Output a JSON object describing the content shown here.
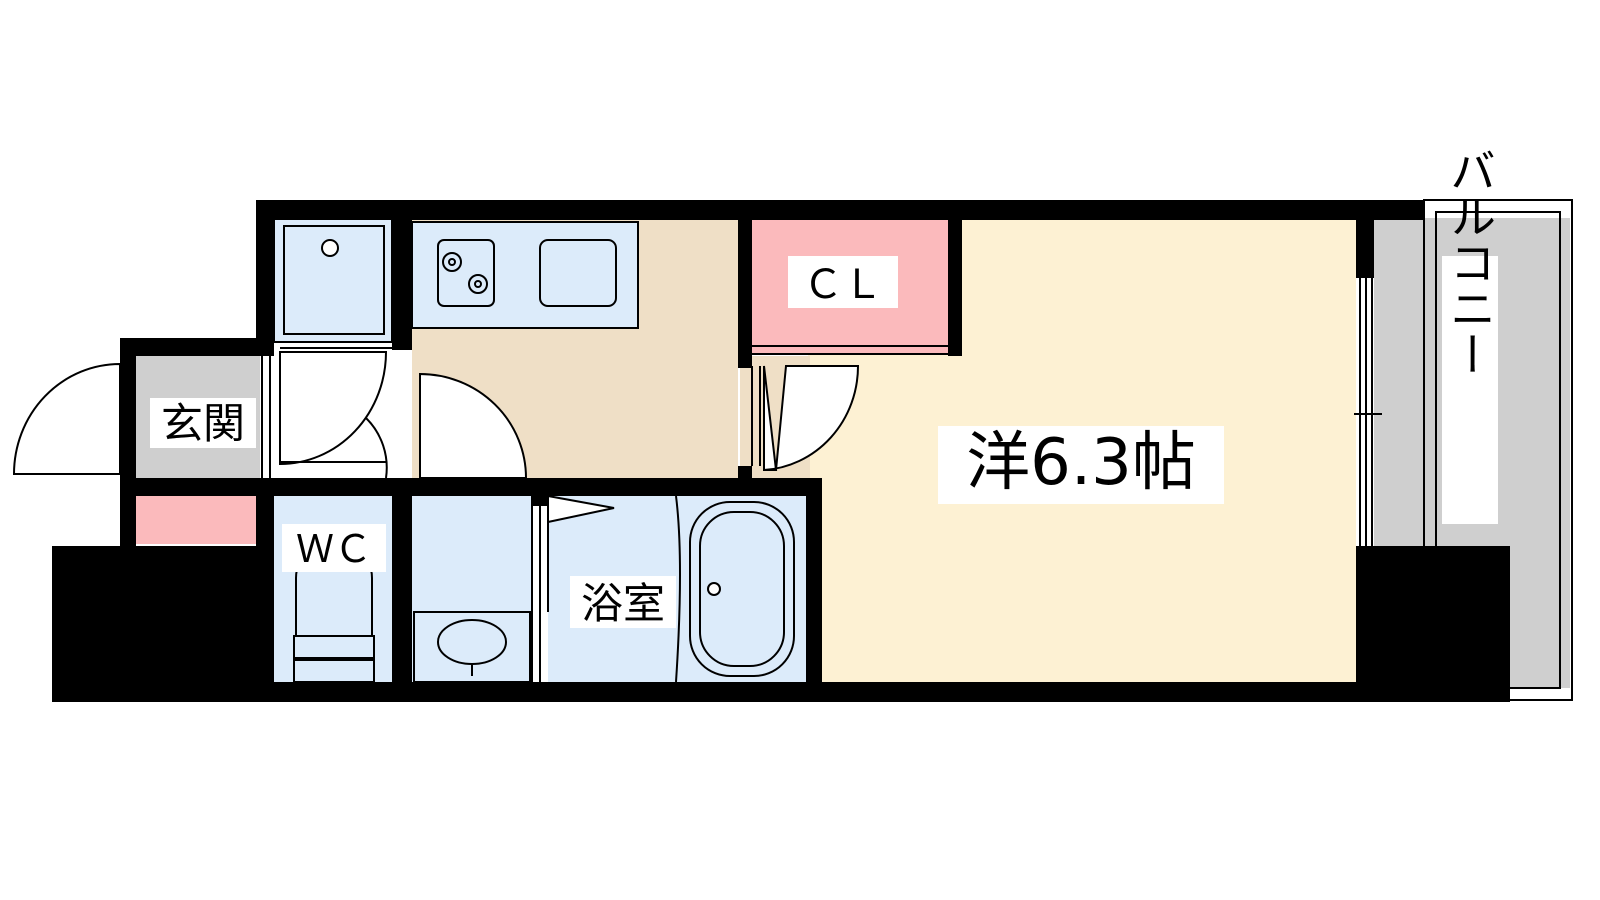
{
  "rooms": {
    "main_room": "洋6.3帖",
    "closet": "ＣＬ",
    "entrance": "玄関",
    "toilet": "ＷＣ",
    "bathroom": "浴室",
    "balcony": "バルコニー"
  },
  "colors": {
    "wall": "#000000",
    "main_room_floor": "#fdf1d3",
    "kitchen_floor": "#efdfc6",
    "closet": "#fbbabc",
    "wet_area": "#dcebfa",
    "entrance_floor": "#cfcfcf",
    "balcony": "#cfcfcf",
    "shoe_box": "#fbbabc",
    "fixture_stroke": "#333333"
  }
}
